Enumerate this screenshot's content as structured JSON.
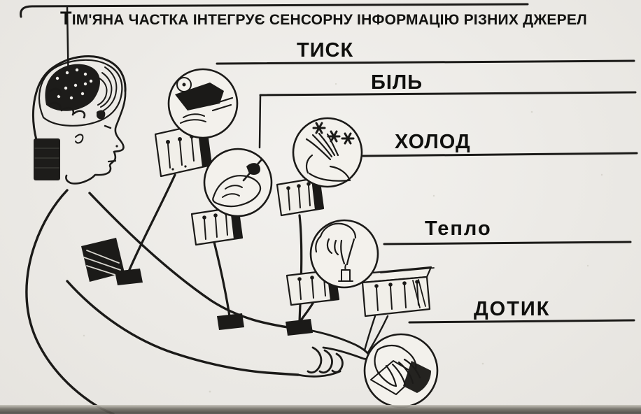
{
  "title": "ТІМ'ЯНА ЧАСТКА ІНТЕГРУЄ СЕНСОРНУ ІНФОРМАЦІЮ РІЗНИХ ДЖЕРЕЛ",
  "labels": {
    "pressure": "ТИСК",
    "pain": "БІЛЬ",
    "cold": "ХОЛОД",
    "warmth": "Тепло",
    "touch": "ДОТИК"
  },
  "colors": {
    "ink": "#1b1a18",
    "paper": "#efede9",
    "scan_band_dark": "#4a4843"
  },
  "illustration": {
    "figure": "human-profile-with-exposed-brain",
    "highlighted_region": "parietal-lobe",
    "insets": [
      {
        "icon": "pressure-clamp-inset",
        "label_ref": "pressure"
      },
      {
        "icon": "pin-prick-hand-inset",
        "label_ref": "pain"
      },
      {
        "icon": "hand-with-snowflakes-inset",
        "label_ref": "cold"
      },
      {
        "icon": "finger-over-candle-inset",
        "label_ref": "warmth"
      },
      {
        "icon": "hand-stroking-surface-inset",
        "label_ref": "touch"
      }
    ],
    "receptor_blocks": 5,
    "nerve_paths": 5
  }
}
